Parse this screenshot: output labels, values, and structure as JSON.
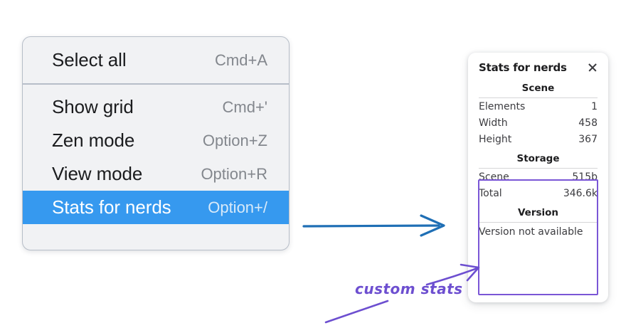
{
  "context_menu": {
    "groups": [
      {
        "items": [
          {
            "label": "Select all",
            "shortcut": "Cmd+A",
            "selected": false
          }
        ]
      },
      {
        "items": [
          {
            "label": "Show grid",
            "shortcut": "Cmd+'",
            "selected": false
          },
          {
            "label": "Zen mode",
            "shortcut": "Option+Z",
            "selected": false
          },
          {
            "label": "View mode",
            "shortcut": "Option+R",
            "selected": false
          },
          {
            "label": "Stats for nerds",
            "shortcut": "Option+/",
            "selected": true
          }
        ]
      }
    ],
    "highlight_color": "#3699ef"
  },
  "stats_panel": {
    "title": "Stats for nerds",
    "close_icon": "close-icon",
    "sections": [
      {
        "name": "Scene",
        "rows": [
          {
            "key": "Elements",
            "value": "1"
          },
          {
            "key": "Width",
            "value": "458"
          },
          {
            "key": "Height",
            "value": "367"
          }
        ]
      },
      {
        "name": "Storage",
        "rows": [
          {
            "key": "Scene",
            "value": "515b"
          },
          {
            "key": "Total",
            "value": "346.6k"
          }
        ]
      },
      {
        "name": "Version",
        "note": "Version not available"
      }
    ]
  },
  "annotations": {
    "handwritten_label": "custom stats",
    "blue_arrow_color": "#1f6fb5",
    "purple_color": "#6d4fd0"
  }
}
